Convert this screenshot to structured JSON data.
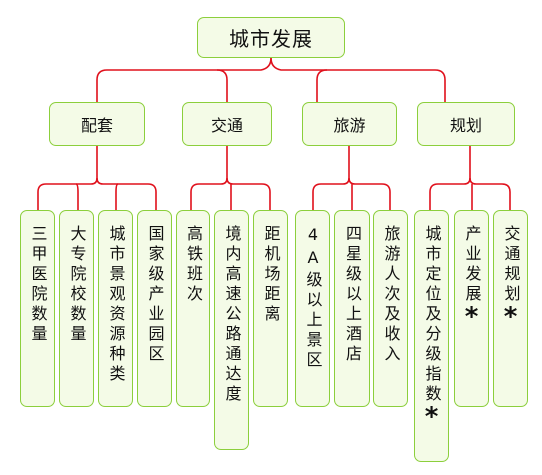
{
  "root": "城市发展",
  "categories": [
    {
      "label": "配套",
      "items": [
        {
          "text": "三甲医院数量",
          "star": ""
        },
        {
          "text": "大专院校数量",
          "star": ""
        },
        {
          "text": "城市景观资源种类",
          "star": ""
        },
        {
          "text": "国家级产业园区",
          "star": ""
        }
      ]
    },
    {
      "label": "交通",
      "items": [
        {
          "text": "高铁班次",
          "star": ""
        },
        {
          "text": "境内高速公路通达度",
          "star": ""
        },
        {
          "text": "距机场距离",
          "star": ""
        }
      ]
    },
    {
      "label": "旅游",
      "items": [
        {
          "text": "4A级以上景区",
          "star": ""
        },
        {
          "text": "四星级以上酒店",
          "star": ""
        },
        {
          "text": "旅游人次及收入",
          "star": ""
        }
      ]
    },
    {
      "label": "规划",
      "items": [
        {
          "text": "城市定位及分级指数",
          "star": "*"
        },
        {
          "text": "产业发展",
          "star": "*"
        },
        {
          "text": "交通规划",
          "star": "*"
        }
      ]
    }
  ],
  "colors": {
    "connector": "#e0101c",
    "border": "#8ccf3c",
    "fill": "#f4fbe7"
  }
}
